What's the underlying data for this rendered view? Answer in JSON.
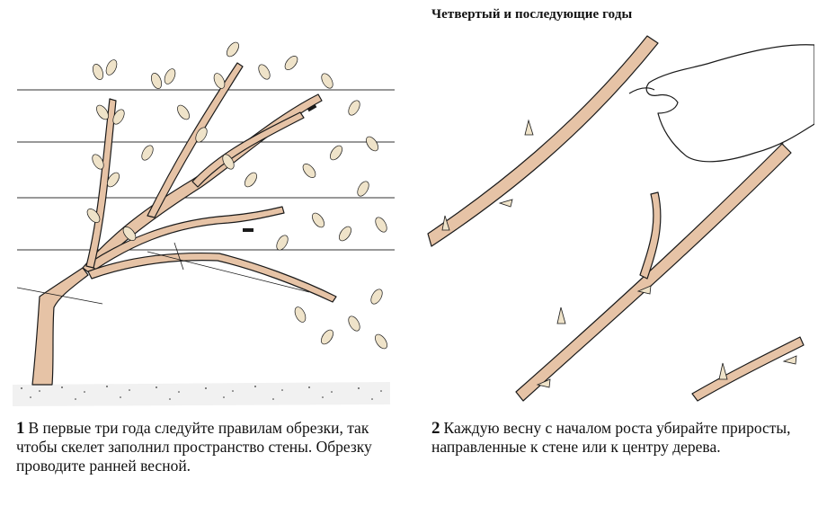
{
  "heading": "Четвертый и последующие годы",
  "captions": [
    {
      "number": "1",
      "text": "В первые три года следуйте правилам обрезки, так чтобы скелет заполнил пространство стены. Обрезку проводите ранней весной."
    },
    {
      "number": "2",
      "text": "Каждую весну с началом роста убирайте приросты, направленные к стене или к центру дерева."
    }
  ],
  "colors": {
    "bark": "#e6c3a6",
    "leaf": "#efe3c9",
    "ink": "#1a1a1a",
    "skin": "#ffffff"
  }
}
